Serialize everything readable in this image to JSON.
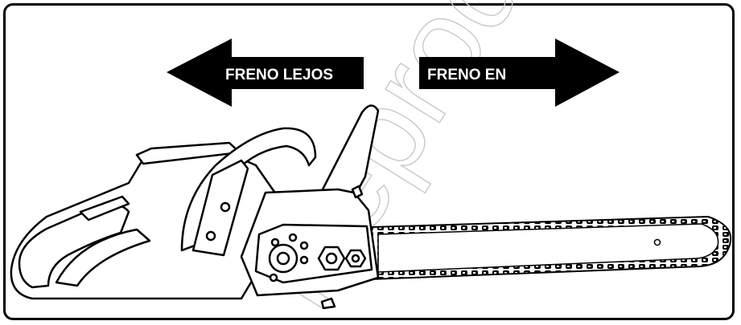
{
  "arrows": {
    "left_label": "FRENO LEJOS",
    "right_label": "FRENO EN"
  },
  "watermark": "Reproduction",
  "colors": {
    "ink": "#000000",
    "paper": "#ffffff",
    "watermark": "#c8c8c8"
  }
}
